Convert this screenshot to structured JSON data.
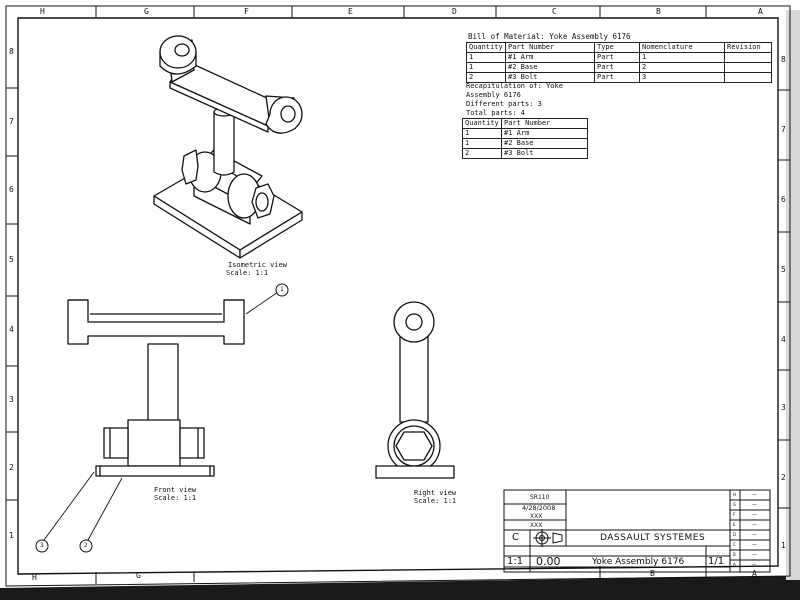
{
  "bom": {
    "title": "Bill of Material: Yoke Assembly 6176",
    "headers": [
      "Quantity",
      "Part Number",
      "Type",
      "Nomenclature",
      "Revision"
    ],
    "rows": [
      [
        "1",
        "#1 Arm",
        "Part",
        "1",
        ""
      ],
      [
        "1",
        "#2 Base",
        "Part",
        "2",
        ""
      ],
      [
        "2",
        "#3 Bolt",
        "Part",
        "3",
        ""
      ]
    ]
  },
  "recap": {
    "line1": "Recapitulation of: Yoke",
    "line2": "Assembly 6176",
    "different": "Different parts: 3",
    "total": "Total parts: 4",
    "headers": [
      "Quantity",
      "Part Number"
    ],
    "rows": [
      [
        "1",
        "#1 Arm"
      ],
      [
        "1",
        "#2 Base"
      ],
      [
        "2",
        "#3 Bolt"
      ]
    ]
  },
  "views": {
    "isometric": {
      "name": "Isometric view",
      "scale": "Scale:  1:1"
    },
    "front": {
      "name": "Front view",
      "scale": "Scale:  1:1"
    },
    "right": {
      "name": "Right view",
      "scale": "Scale:  1:1"
    }
  },
  "balloons": [
    "1",
    "2",
    "3"
  ],
  "zones": {
    "top_letters": [
      "H",
      "G",
      "F",
      "E",
      "D",
      "C",
      "B",
      "A"
    ],
    "bottom_letters": [
      "H",
      "G",
      "B",
      "A"
    ],
    "left_numbers": [
      "8",
      "7",
      "6",
      "5",
      "4",
      "3",
      "2",
      "1"
    ],
    "right_numbers": [
      "8",
      "7",
      "6",
      "5",
      "4",
      "3",
      "2",
      "1"
    ]
  },
  "title_block": {
    "drawn_by": "SR110",
    "date": "4/28/2008",
    "checked": "XXX",
    "checked_date": "XXX",
    "size": "C",
    "company": "DASSAULT SYSTEMES",
    "scale": "1:1",
    "weight": "0.00",
    "drawing_title": "Yoke Assembly 6176",
    "sheet": "1/1",
    "rev_letters": [
      "H",
      "G",
      "F",
      "E",
      "D",
      "C",
      "B",
      "A"
    ],
    "rev_entries": [
      "—",
      "—",
      "—",
      "—",
      "—",
      "—",
      "—",
      "—"
    ]
  },
  "colors": {
    "ink": "#111111",
    "paper": "#ffffff",
    "shadow": "#1a1a1a"
  }
}
